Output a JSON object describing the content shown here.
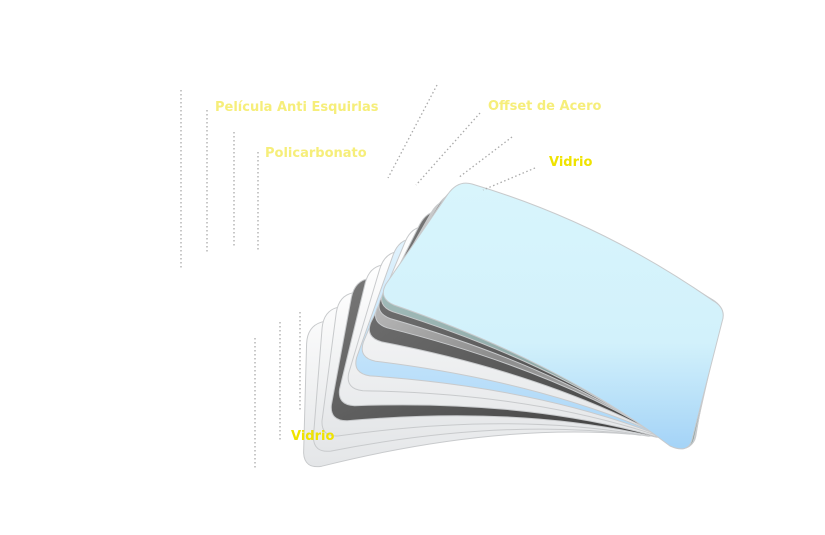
{
  "labels": {
    "anti_shatter_film": "Película Anti Esquirlas",
    "polycarbonate": "Policarbonato",
    "steel_offset": "Offset de Acero",
    "glass_top": "Vidrio",
    "glass_bottom": "Vidrio"
  },
  "colors": {
    "label_pale": "#f6ee7a",
    "label_bright": "#efe300",
    "leader_line": "#aaaaaa",
    "glass": "#d6f3fb",
    "glass_blue": "#b9defa",
    "dark_layer": "#5e5e5e",
    "white_layer": "#f4f4f4"
  }
}
